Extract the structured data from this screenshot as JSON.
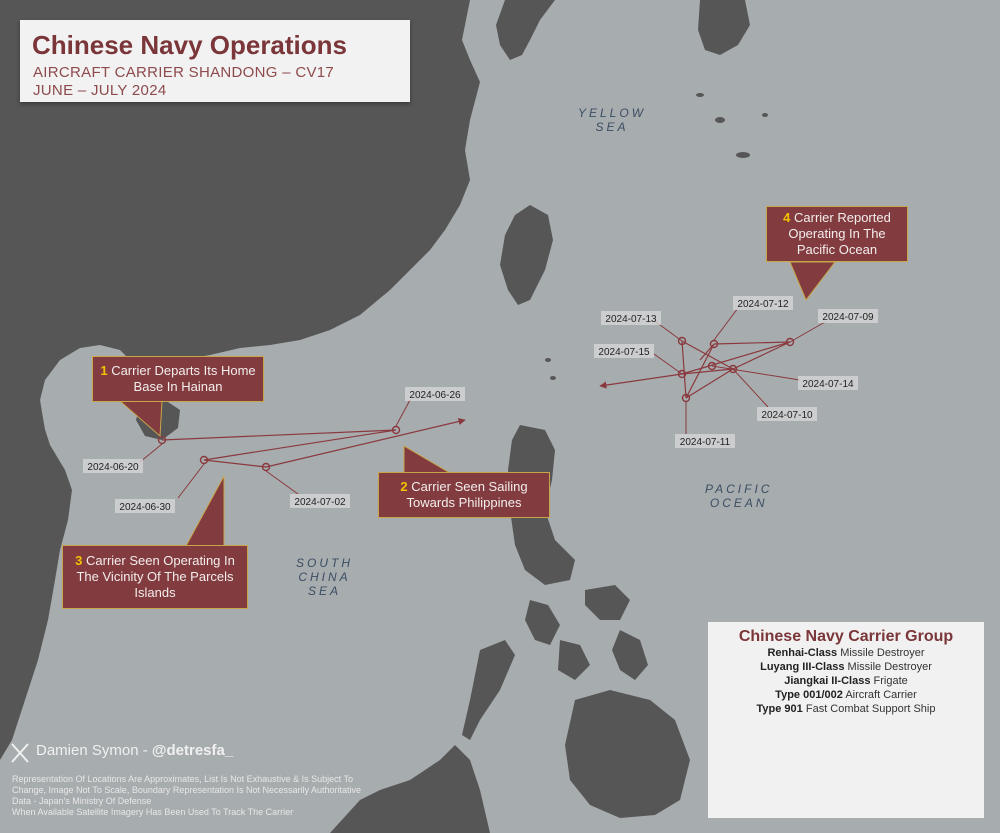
{
  "title": {
    "main": "Chinese Navy Operations",
    "subtitle": "AIRCRAFT CARRIER SHANDONG – CV17",
    "period": "JUNE – JULY 2024"
  },
  "sea_labels": {
    "yellow_sea": [
      "YELLOW",
      "SEA"
    ],
    "south_china_sea": [
      "SOUTH",
      "CHINA",
      "SEA"
    ],
    "pacific_ocean": [
      "PACIFIC",
      "OCEAN"
    ]
  },
  "callouts": [
    {
      "number": "1",
      "text": "Carrier Departs Its Home Base In Hainan"
    },
    {
      "number": "2",
      "text": "Carrier Seen Sailing Towards Philippines"
    },
    {
      "number": "3",
      "text": "Carrier Seen Operating In The Vicinity Of The Parcels Islands"
    },
    {
      "number": "4",
      "text": "Carrier Reported Operating In The Pacific Ocean"
    }
  ],
  "positions": [
    {
      "date": "2024-06-20"
    },
    {
      "date": "2024-06-26"
    },
    {
      "date": "2024-06-30"
    },
    {
      "date": "2024-07-02"
    },
    {
      "date": "2024-07-09"
    },
    {
      "date": "2024-07-10"
    },
    {
      "date": "2024-07-11"
    },
    {
      "date": "2024-07-12"
    },
    {
      "date": "2024-07-13"
    },
    {
      "date": "2024-07-14"
    },
    {
      "date": "2024-07-15"
    }
  ],
  "legend": {
    "title": "Chinese Navy Carrier Group",
    "items": [
      {
        "class": "Renhai-Class",
        "type": "Missile Destroyer"
      },
      {
        "class": "Luyang III-Class",
        "type": "Missile Destroyer"
      },
      {
        "class": "Jiangkai II-Class",
        "type": "Frigate"
      },
      {
        "class": "Type 001/002",
        "type": "Aircraft Carrier"
      },
      {
        "class": "Type 901",
        "type": "Fast Combat Support Ship"
      }
    ]
  },
  "credit": {
    "name": "Damien Symon - ",
    "handle": "@detresfa_"
  },
  "disclaimer": [
    "Representation Of Locations Are Approximates, List Is Not Exhaustive & Is Subject To",
    "Change, Image Not To Scale, Boundary Representation Is Not Necessarily Authoritative",
    "Data - Japan's Ministry Of Defense",
    "When Available Satellite Imagery Has Been Used To Track The Carrier"
  ],
  "colors": {
    "sea": "#a7acae",
    "land": "#565656",
    "accent": "#823c3f",
    "callout_border": "#c7a64a",
    "number": "#f2c200"
  }
}
